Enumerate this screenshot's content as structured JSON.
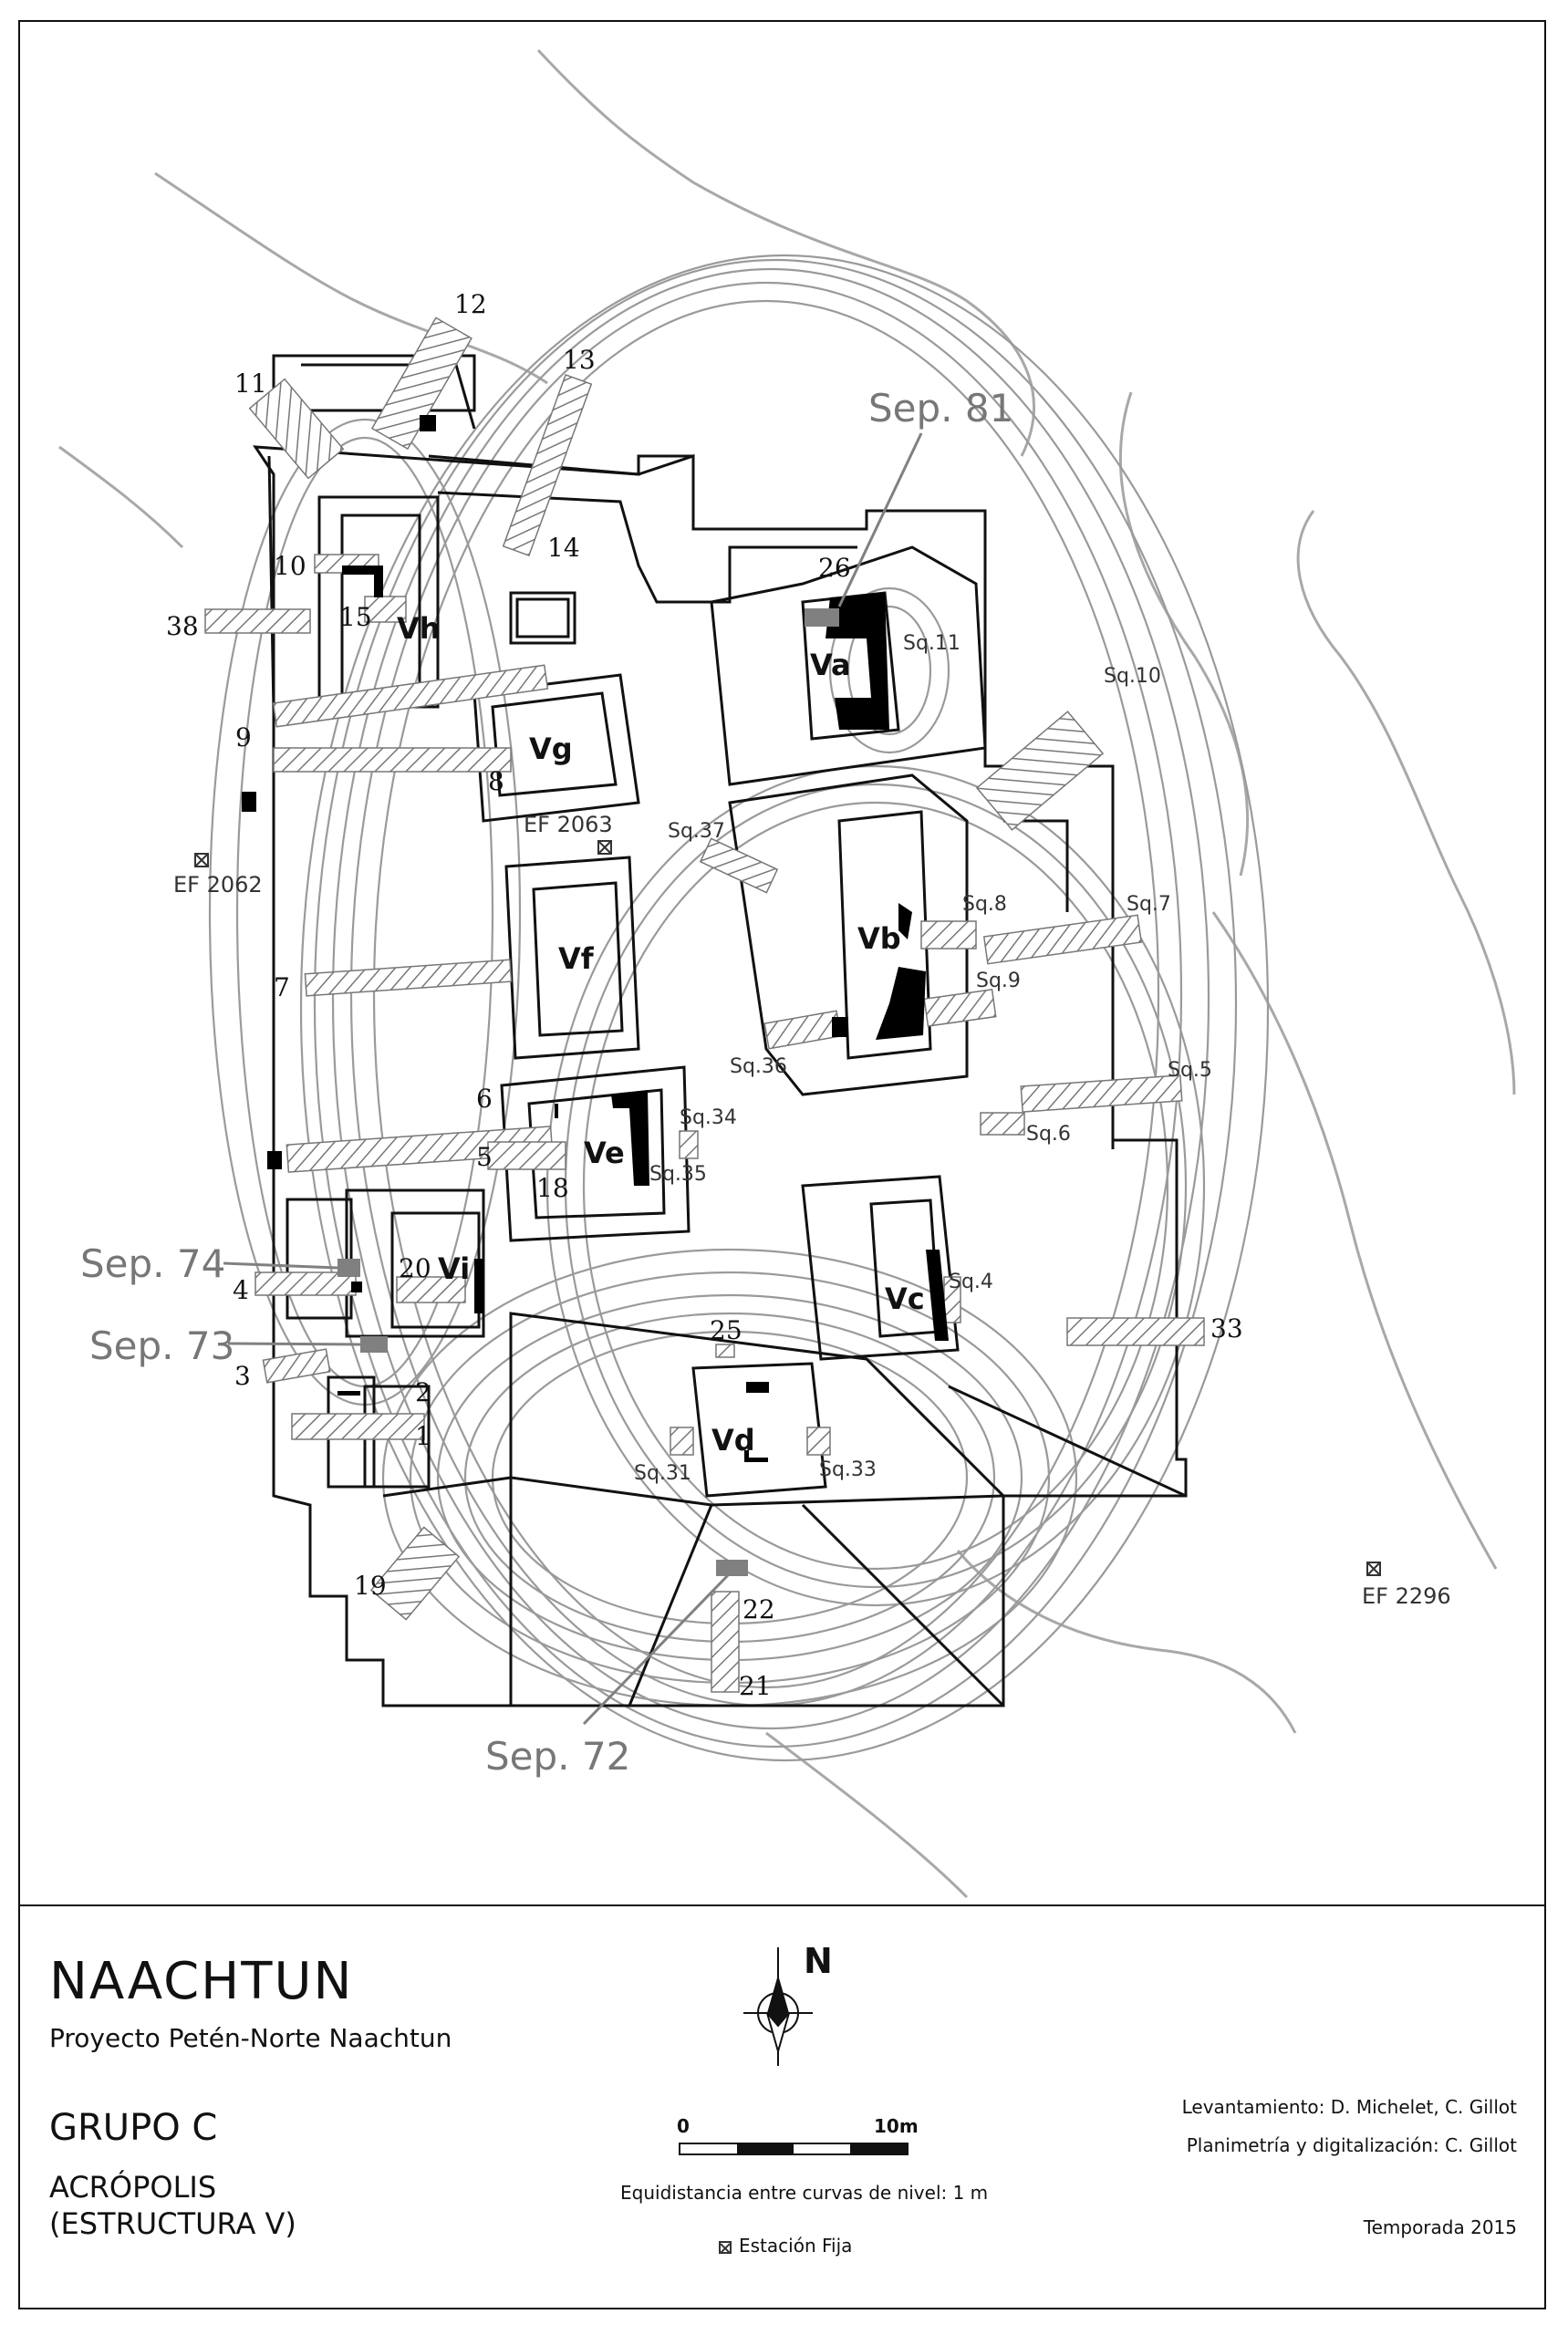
{
  "site": {
    "name": "NAACHTUN",
    "project": "Proyecto Petén-Norte Naachtun",
    "group": "GRUPO C",
    "subtitle_line1": "ACRÓPOLIS",
    "subtitle_line2": "(ESTRUCTURA V)"
  },
  "credits": {
    "survey": "Levantamiento: D. Michelet, C. Gillot",
    "plan": "Planimetría y digitalización: C. Gillot",
    "season": "Temporada 2015"
  },
  "scale": {
    "start": "0",
    "end": "10m",
    "contour_note": "Equidistancia entre curvas de nivel: 1 m",
    "station_legend": "Estación Fija"
  },
  "north": "N",
  "structures": [
    "Va",
    "Vb",
    "Vc",
    "Vd",
    "Ve",
    "Vf",
    "Vg",
    "Vh",
    "Vi"
  ],
  "burials": [
    "Sep. 81",
    "Sep. 74",
    "Sep. 73",
    "Sep. 72"
  ],
  "stations": [
    "EF 2062",
    "EF 2063",
    "EF 2296"
  ],
  "trench_numbers": [
    "1",
    "2",
    "3",
    "4",
    "5",
    "6",
    "7",
    "8",
    "9",
    "10",
    "11",
    "12",
    "13",
    "14",
    "15",
    "18",
    "19",
    "20",
    "21",
    "22",
    "25",
    "26",
    "33",
    "38"
  ],
  "sondeos": [
    "Sq.4",
    "Sq.5",
    "Sq.6",
    "Sq.7",
    "Sq.8",
    "Sq.9",
    "Sq.10",
    "Sq.11",
    "Sq.31",
    "Sq.33",
    "Sq.34",
    "Sq.35",
    "Sq.36",
    "Sq.37"
  ],
  "colors": {
    "contour": "#9a9a9a",
    "terrain": "#a8a8a8",
    "structure": "#111111",
    "burial": "#808080",
    "excavation_fill": "#000000"
  }
}
